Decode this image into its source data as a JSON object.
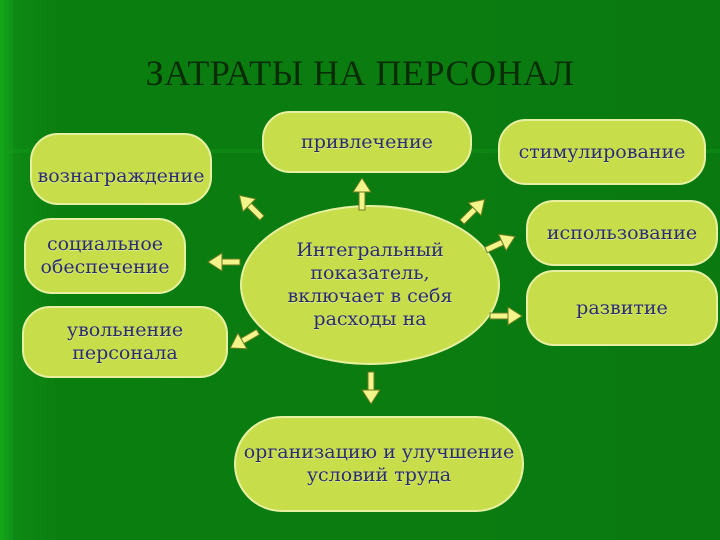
{
  "title": "ЗАТРАТЫ НА ПЕРСОНАЛ",
  "center": "Интегральный показатель, включает в себя расходы на",
  "nodes": {
    "voznagrazhdenie": "вознаграждение",
    "socialnoe": "социальное обеспечение",
    "uvolnenie": "увольнение персонала",
    "privlechenie": "привлечение",
    "stimulirovanie": "стимулирование",
    "ispolzovanie": "использование",
    "razvitie": "развитие",
    "organizaciya": "организацию и улучшение условий труда"
  },
  "colors": {
    "background": "#0b7e10",
    "node_fill": "#c7de4a",
    "arrow_fill": "#f3f58a",
    "text": "#2b2d6e",
    "title": "#0a2c06"
  }
}
